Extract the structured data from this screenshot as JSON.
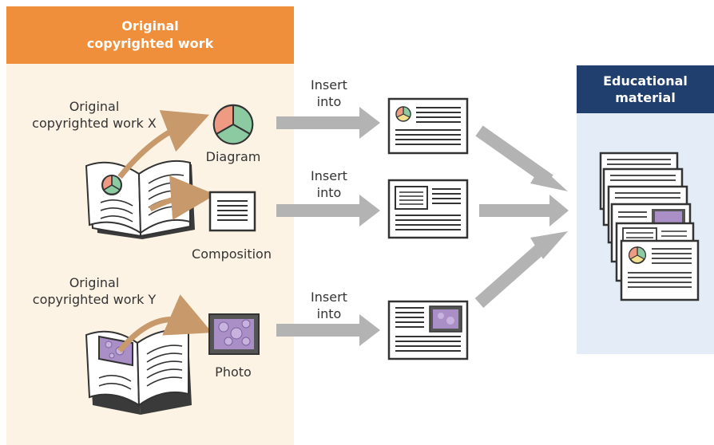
{
  "left_panel": {
    "title_line1": "Original",
    "title_line2": "copyrighted work"
  },
  "right_panel": {
    "title_line1": "Educational",
    "title_line2": "material"
  },
  "source_x": {
    "line1": "Original",
    "line2": "copyrighted work X"
  },
  "source_y": {
    "line1": "Original",
    "line2": "copyrighted work Y"
  },
  "items": {
    "diagram": "Diagram",
    "composition": "Composition",
    "photo": "Photo"
  },
  "actions": {
    "row1": {
      "line1": "Insert",
      "line2": "into"
    },
    "row2": {
      "line1": "Insert",
      "line2": "into"
    },
    "row3": {
      "line1": "Insert",
      "line2": "into"
    }
  },
  "colors": {
    "orange_header": "#ef8f3b",
    "left_background": "#fdf3e5",
    "navy_header": "#213f6e",
    "right_background": "#e3ecf7",
    "arrow_gray": "#b3b3b3",
    "curve_tan": "#c8996a",
    "photo_purple": "#a98fc6"
  },
  "icons": [
    "open-book-icon",
    "pie-diagram-icon",
    "text-page-icon",
    "photo-frame-icon",
    "document-stack-icon"
  ]
}
